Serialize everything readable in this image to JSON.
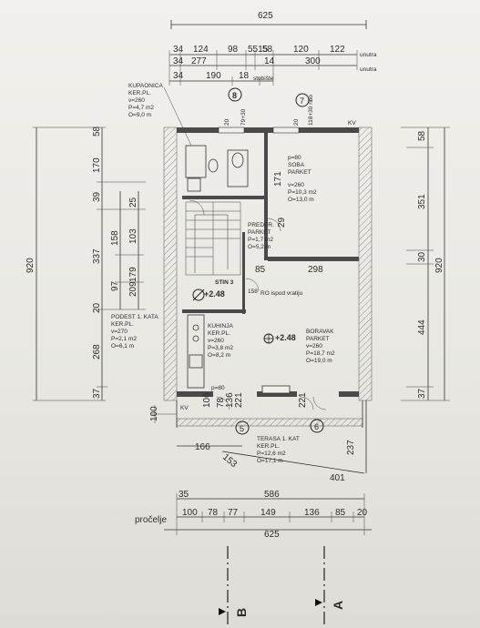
{
  "top_dims": {
    "total": "625",
    "row1": [
      "34",
      "124",
      "98",
      "5515",
      "58",
      "120",
      "122"
    ],
    "row2": [
      "34",
      "277",
      "14",
      "300"
    ],
    "row3": [
      "34",
      "190",
      "18"
    ],
    "inside_label": "unutra",
    "stair_label": "stubište"
  },
  "left_dims": {
    "total": "920",
    "outer": [
      "58",
      "170",
      "39",
      "337",
      "20",
      "268",
      "37"
    ],
    "middle": [
      "158",
      "97"
    ],
    "inner": [
      "25",
      "103",
      "179",
      "209"
    ]
  },
  "right_dims": {
    "inner": [
      "58",
      "351",
      "30",
      "444",
      "37"
    ],
    "total": "920"
  },
  "markers": {
    "m8": "8",
    "m7": "7",
    "m5": "5",
    "m6": "6"
  },
  "openings": {
    "o1": "20",
    "o2": "79+30",
    "o3": "20",
    "o4": "118+30 nbo",
    "kv": "KV"
  },
  "rooms": {
    "bathroom": {
      "name": "KUPAONICA",
      "floor": "KER.PL.",
      "height": "v=260",
      "area": "P=4,7 m2",
      "perimeter": "O=9,0 m"
    },
    "bedroom": {
      "name": "SOBA",
      "floor": "PARKET",
      "height": "v=260",
      "area": "P=10,3 m2",
      "perimeter": "O=13,0 m",
      "note": "p=80",
      "dim": "171"
    },
    "hallway": {
      "name": "PREDPR.",
      "floor": "PARKET",
      "area": "P=1,7 m2",
      "perimeter": "O=5,2 m"
    },
    "staircase": {
      "name": "STIN 3",
      "level": "+2.48"
    },
    "kitchen": {
      "name": "KUHINJA",
      "floor": "KER.PL.",
      "height": "v=260",
      "area": "P=3,8 m2",
      "perimeter": "O=8,2 m"
    },
    "living": {
      "level": "+2.48",
      "name": "BORAVAK",
      "floor": "PARKET",
      "height": "v=260",
      "area": "P=18,7 m2",
      "perimeter": "O=19,0 m"
    },
    "landing": {
      "name": "PODEST 1. KATA",
      "floor": "KER.PL.",
      "height": "v=270",
      "area": "P=2,1 m2",
      "perimeter": "O=6,1 m"
    },
    "terrace": {
      "name": "TERASA 1. KAT",
      "floor": "KER.PL.",
      "area": "P=12,6 m2",
      "perimeter": "O=17,1 m"
    }
  },
  "interior_dims": {
    "d85": "85",
    "d298": "298",
    "d29": "29",
    "door158": "158",
    "ro_note": "RO ispod vratiju",
    "p80": "p=80",
    "w78": "78",
    "w136": "136",
    "w221": "221",
    "w221b": "221",
    "w106": "106",
    "t100": "100"
  },
  "bottom_dims": {
    "d166": "166",
    "d153": "153",
    "d401": "401",
    "d237": "237",
    "d35": "35",
    "d586": "586",
    "openings_label": "pročelje",
    "row": [
      "100",
      "78",
      "77",
      "149",
      "136",
      "85",
      "20"
    ],
    "total": "625"
  },
  "sections": {
    "a": "A",
    "b": "B"
  }
}
